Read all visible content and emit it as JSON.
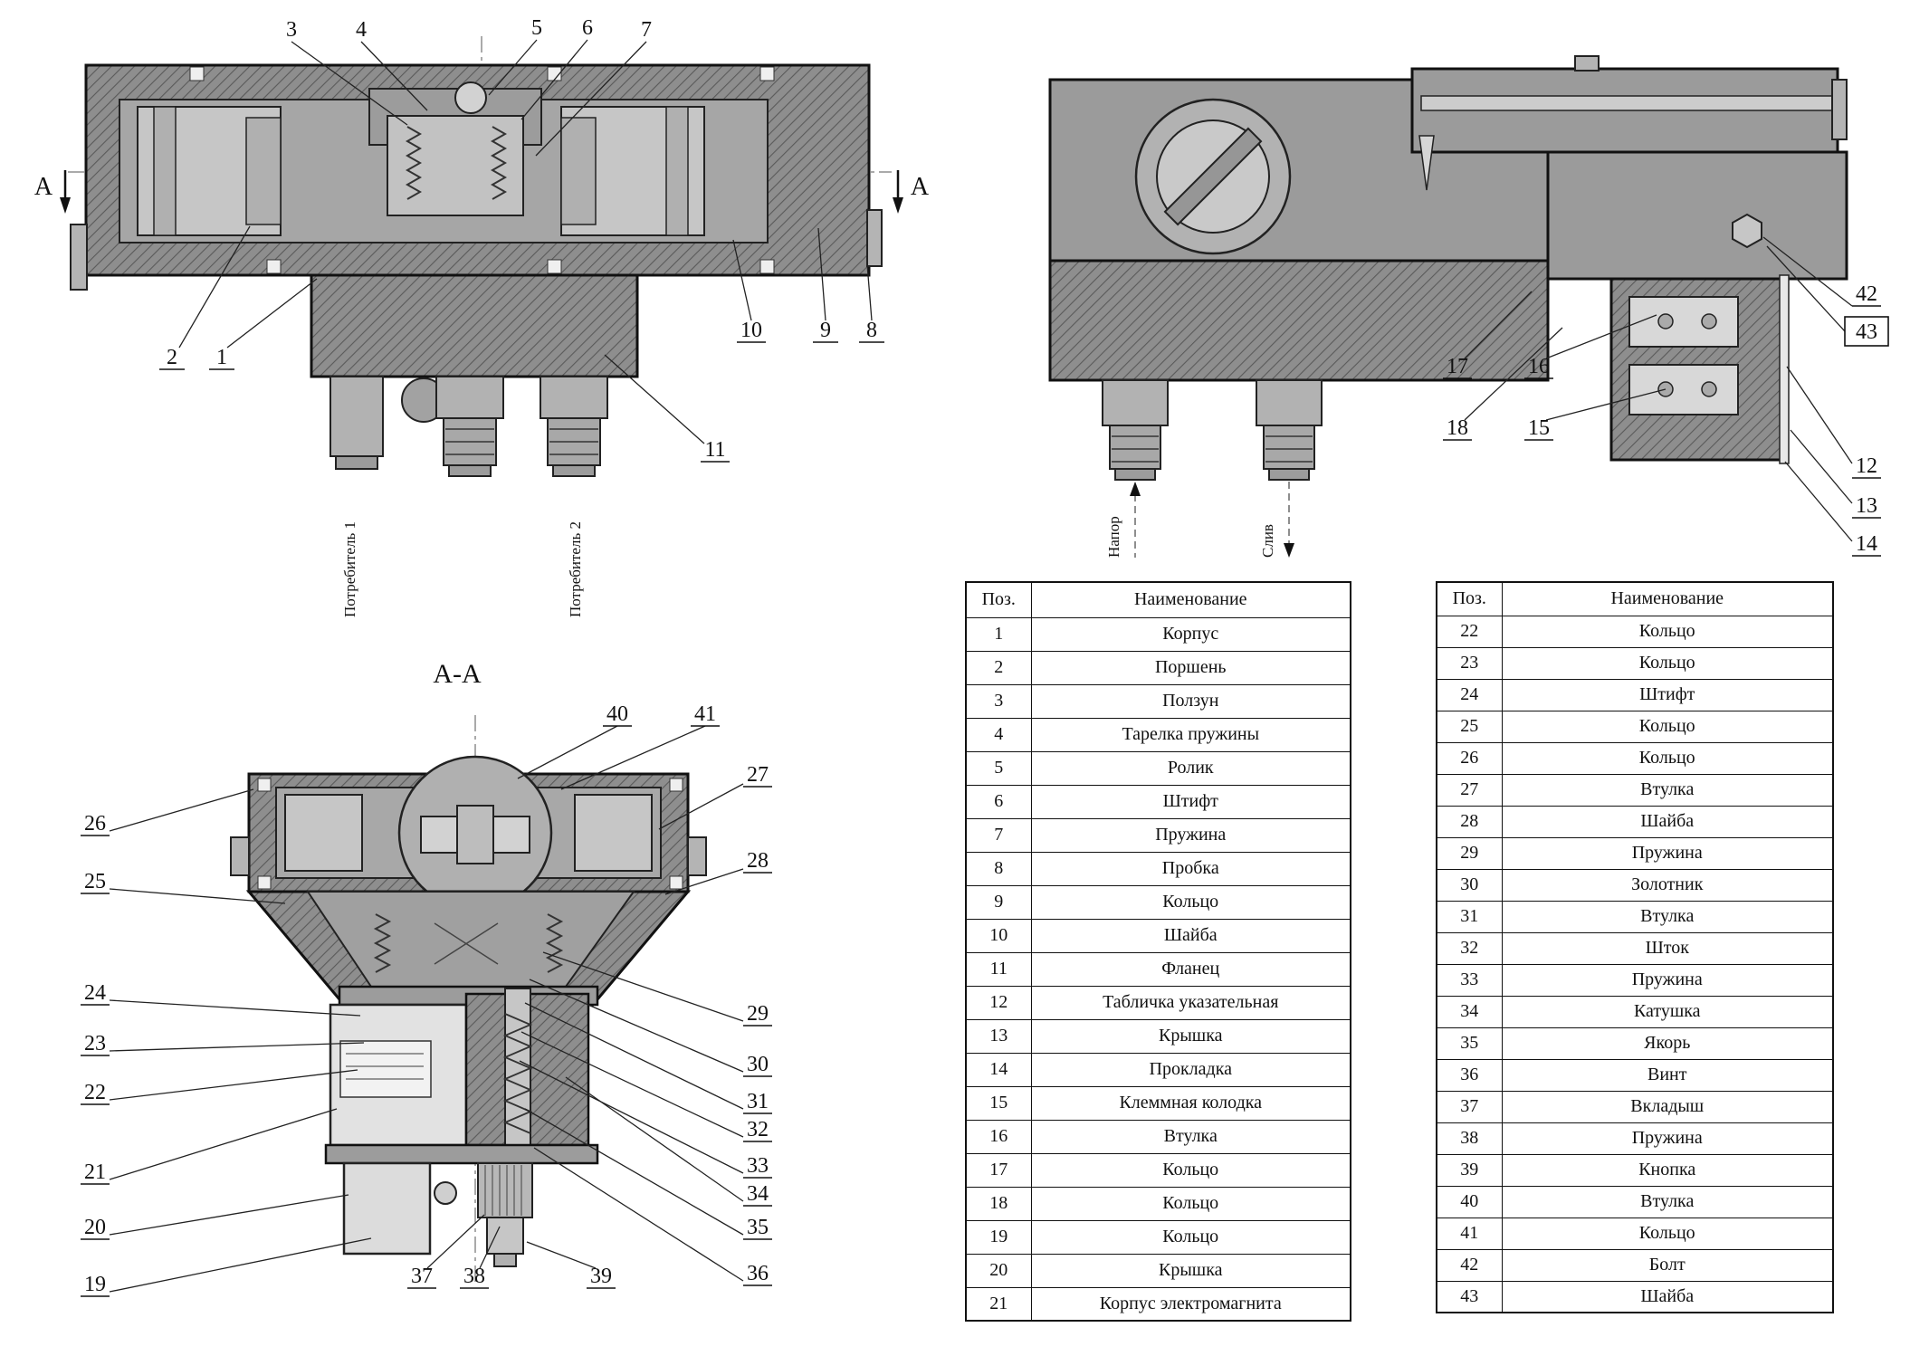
{
  "drawing": {
    "section_marker": "А",
    "section_title": "А-А",
    "main_view": {
      "port_label_1": "Потребитель 1",
      "port_label_2": "Потребитель 2"
    },
    "side_view": {
      "pressure_label": "Напор",
      "drain_label": "Слив"
    }
  },
  "callout_labels": [
    "1",
    "2",
    "3",
    "4",
    "5",
    "6",
    "7",
    "8",
    "9",
    "10",
    "11",
    "12",
    "13",
    "14",
    "15",
    "16",
    "17",
    "18",
    "19",
    "20",
    "21",
    "22",
    "23",
    "24",
    "25",
    "26",
    "27",
    "28",
    "29",
    "30",
    "31",
    "32",
    "33",
    "34",
    "35",
    "36",
    "37",
    "38",
    "39",
    "40",
    "41",
    "42",
    "43"
  ],
  "tables": [
    {
      "headers": {
        "pos": "Поз.",
        "name": "Наименование"
      },
      "rows": [
        {
          "pos": "1",
          "name": "Корпус"
        },
        {
          "pos": "2",
          "name": "Поршень"
        },
        {
          "pos": "3",
          "name": "Ползун"
        },
        {
          "pos": "4",
          "name": "Тарелка пружины"
        },
        {
          "pos": "5",
          "name": "Ролик"
        },
        {
          "pos": "6",
          "name": "Штифт"
        },
        {
          "pos": "7",
          "name": "Пружина"
        },
        {
          "pos": "8",
          "name": "Пробка"
        },
        {
          "pos": "9",
          "name": "Кольцо"
        },
        {
          "pos": "10",
          "name": "Шайба"
        },
        {
          "pos": "11",
          "name": "Фланец"
        },
        {
          "pos": "12",
          "name": "Табличка указательная"
        },
        {
          "pos": "13",
          "name": "Крышка"
        },
        {
          "pos": "14",
          "name": "Прокладка"
        },
        {
          "pos": "15",
          "name": "Клеммная колодка"
        },
        {
          "pos": "16",
          "name": "Втулка"
        },
        {
          "pos": "17",
          "name": "Кольцо"
        },
        {
          "pos": "18",
          "name": "Кольцо"
        },
        {
          "pos": "19",
          "name": "Кольцо"
        },
        {
          "pos": "20",
          "name": "Крышка"
        },
        {
          "pos": "21",
          "name": "Корпус электромагнита"
        }
      ]
    },
    {
      "headers": {
        "pos": "Поз.",
        "name": "Наименование"
      },
      "rows": [
        {
          "pos": "22",
          "name": "Кольцо"
        },
        {
          "pos": "23",
          "name": "Кольцо"
        },
        {
          "pos": "24",
          "name": "Штифт"
        },
        {
          "pos": "25",
          "name": "Кольцо"
        },
        {
          "pos": "26",
          "name": "Кольцо"
        },
        {
          "pos": "27",
          "name": "Втулка"
        },
        {
          "pos": "28",
          "name": "Шайба"
        },
        {
          "pos": "29",
          "name": "Пружина"
        },
        {
          "pos": "30",
          "name": "Золотник"
        },
        {
          "pos": "31",
          "name": "Втулка"
        },
        {
          "pos": "32",
          "name": "Шток"
        },
        {
          "pos": "33",
          "name": "Пружина"
        },
        {
          "pos": "34",
          "name": "Катушка"
        },
        {
          "pos": "35",
          "name": "Якорь"
        },
        {
          "pos": "36",
          "name": "Винт"
        },
        {
          "pos": "37",
          "name": "Вкладыш"
        },
        {
          "pos": "38",
          "name": "Пружина"
        },
        {
          "pos": "39",
          "name": "Кнопка"
        },
        {
          "pos": "40",
          "name": "Втулка"
        },
        {
          "pos": "41",
          "name": "Кольцо"
        },
        {
          "pos": "42",
          "name": "Болт"
        },
        {
          "pos": "43",
          "name": "Шайба"
        }
      ]
    }
  ]
}
